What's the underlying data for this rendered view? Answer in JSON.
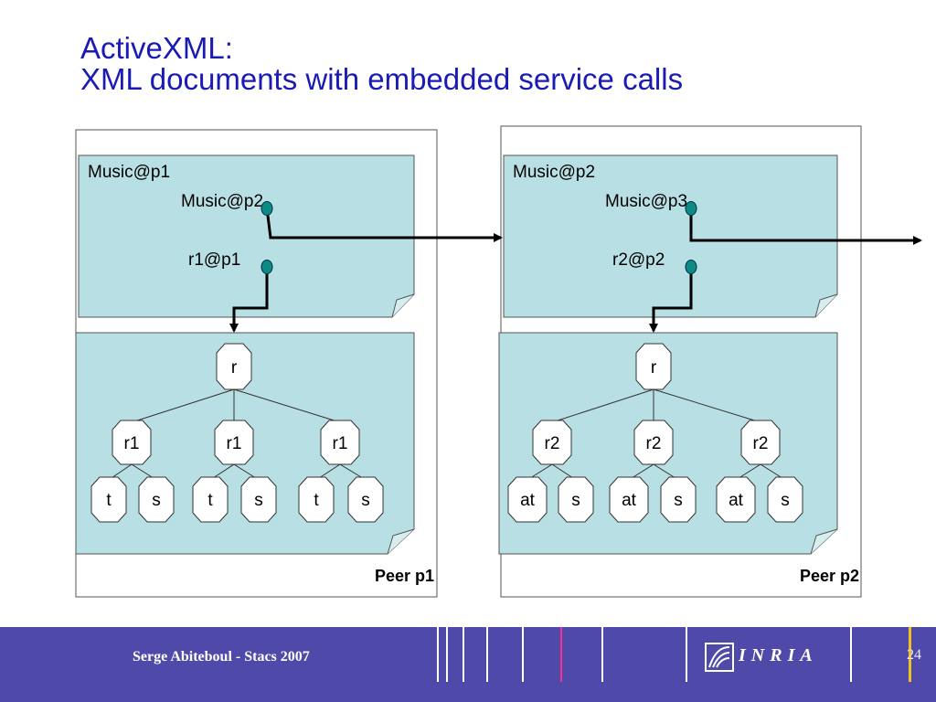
{
  "title": {
    "line1": "ActiveXML:",
    "line2": "XML documents with embedded service calls"
  },
  "peers": [
    {
      "label": "Peer p1",
      "doc_name": "Music@p1",
      "call_external": "Music@p2",
      "call_local": "r1@p1",
      "root": "r",
      "children": [
        "r1",
        "r1",
        "r1"
      ],
      "leaves": [
        [
          "t",
          "s"
        ],
        [
          "t",
          "s"
        ],
        [
          "t",
          "s"
        ]
      ]
    },
    {
      "label": "Peer p2",
      "doc_name": "Music@p2",
      "call_external": "Music@p3",
      "call_local": "r2@p2",
      "root": "r",
      "children": [
        "r2",
        "r2",
        "r2"
      ],
      "leaves": [
        [
          "at",
          "s"
        ],
        [
          "at",
          "s"
        ],
        [
          "at",
          "s"
        ]
      ]
    }
  ],
  "colors": {
    "title": "#1a1ab5",
    "doc_fill": "#b8dfe3",
    "call_dot": "#0d8a86",
    "footer": "#4f4aaa"
  },
  "footer": {
    "author": "Serge Abiteboul - Stacs 2007",
    "page_number": "24",
    "logo": "INRIA"
  }
}
